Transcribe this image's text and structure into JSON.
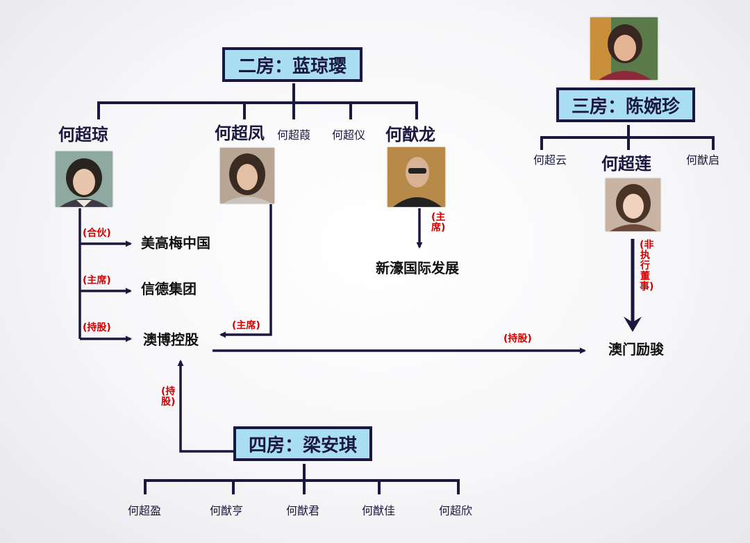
{
  "families": {
    "second": "二房：蓝琼璎",
    "third": "三房：陈婉珍",
    "fourth": "四房：梁安琪"
  },
  "second_children": {
    "chaoqiong": "何超琼",
    "chaofeng": "何超凤",
    "chaoxia": "何超葭",
    "chaoyi": "何超仪",
    "youlong": "何猷龙"
  },
  "third_children": {
    "chaoyun": "何超云",
    "chaolian": "何超莲",
    "youqi": "何猷启"
  },
  "fourth_children": {
    "chaoying": "何超盈",
    "youheng": "何猷亨",
    "youjun": "何猷君",
    "youjia": "何猷佳",
    "chaoxin": "何超欣"
  },
  "entities": {
    "mgm": "美高梅中国",
    "shunde": "信德集团",
    "sjm": "澳博控股",
    "newrich": "新濠国际发展",
    "lijun": "澳门励骏"
  },
  "relations": {
    "partner": "(合伙)",
    "chair_shunde": "(主席)",
    "holding_sjm": "(持股)",
    "chair_sjm": "(主席)",
    "chair_newrich": "(主席)",
    "nonexec_lijun": "(非执行董事)",
    "holding_lijun": "(持股)",
    "holding_fourth": "(持股)"
  },
  "colors": {
    "line": "#1a1840",
    "box_fill": "#a9ddf2",
    "relation": "#d10000"
  }
}
